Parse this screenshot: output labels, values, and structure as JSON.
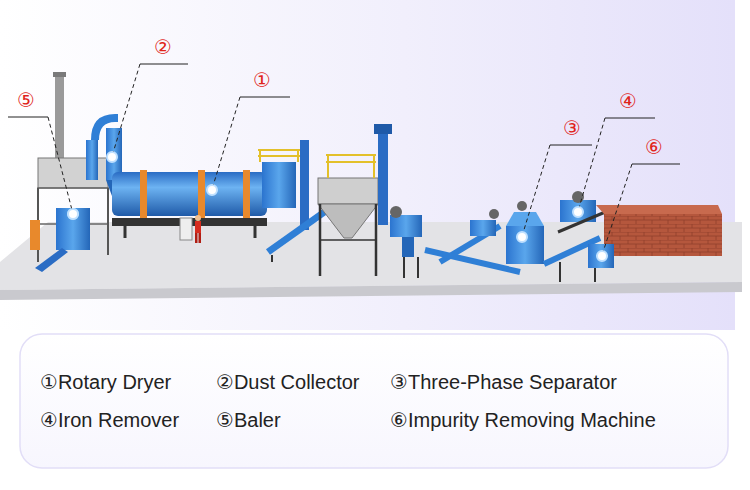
{
  "diagram": {
    "labels": [
      "②",
      "①",
      "⑤",
      "④",
      "③",
      "⑥",
      "①Rotary Dryer",
      "②Dust Collector",
      "③Three-Phase Separator",
      "④Iron Remover",
      "⑤Baler",
      "⑥Impurity Removing Machine"
    ]
  }
}
